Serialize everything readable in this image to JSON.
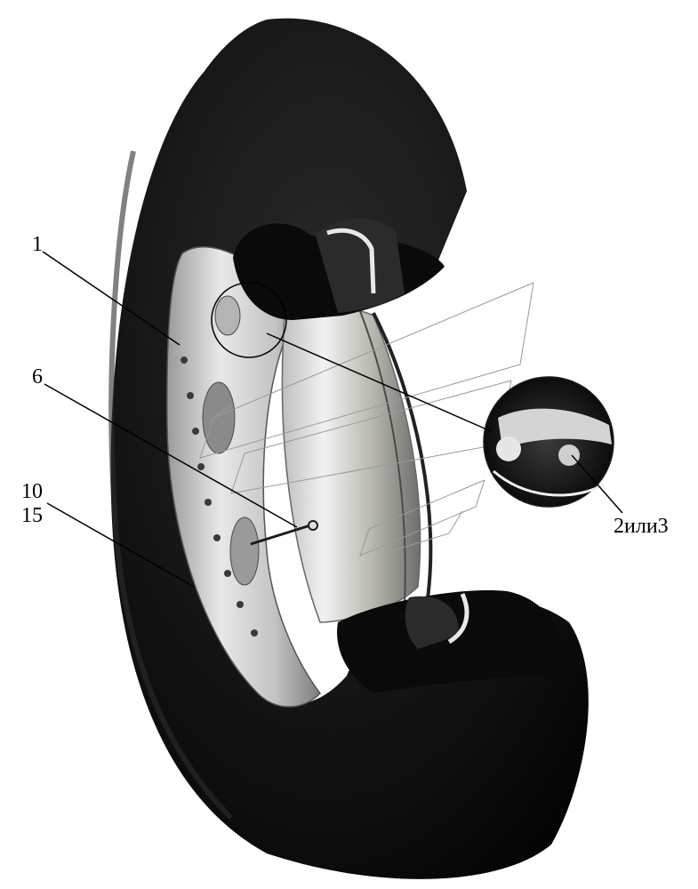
{
  "labels": {
    "l1": "1",
    "l6": "6",
    "l10": "10",
    "l15": "15",
    "l2or3": "2или3"
  },
  "colors": {
    "tire": "#121212",
    "tire_dark": "#050505",
    "rim": "#d6d6d6",
    "rim_highlight": "#f4f4f4",
    "rim_shadow": "#8e8e8e",
    "leader": "#000000"
  }
}
